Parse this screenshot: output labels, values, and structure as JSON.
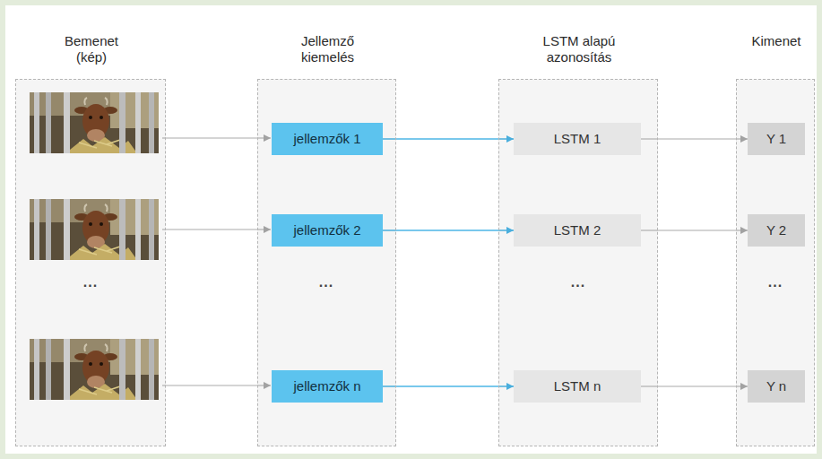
{
  "diagram": {
    "nodes": [
      {
        "text": [
          "Bemenet (kép)"
        ]
      },
      {
        "text": [
          "Jellemző kiemelés"
        ]
      },
      {
        "text": [
          "jellemzők 1"
        ],
        "in": 1
      },
      {
        "text": [
          "jellemzők 2"
        ],
        "in": 1
      },
      {
        "text": [
          "jellemzők n"
        ],
        "in": 1
      },
      {
        "text": [
          "LSTM alapú azonosítás"
        ]
      },
      {
        "text": [
          "LSTM 1"
        ],
        "in": 5
      },
      {
        "text": [
          "LSTM 2"
        ],
        "in": 5
      },
      {
        "text": [
          "LSTM n"
        ],
        "in": 5
      },
      {
        "text": [
          "Kimenet"
        ]
      },
      {
        "text": [
          "Y 1"
        ],
        "in": 9
      },
      {
        "text": [
          "Y 2"
        ],
        "in": 9
      },
      {
        "text": [
          "Y n"
        ],
        "in": 9
      }
    ],
    "edges": [
      {
        "from": 2,
        "to": 6,
        "arrow": "to"
      },
      {
        "from": 3,
        "to": 7,
        "arrow": "to"
      },
      {
        "from": 4,
        "to": 8,
        "arrow": "to"
      },
      {
        "from": 6,
        "to": 10,
        "arrow": "to"
      },
      {
        "from": 7,
        "to": 11,
        "arrow": "to"
      },
      {
        "from": 8,
        "to": 12,
        "arrow": "to"
      }
    ],
    "labels": [
      "...",
      "...",
      "...",
      "..."
    ]
  }
}
